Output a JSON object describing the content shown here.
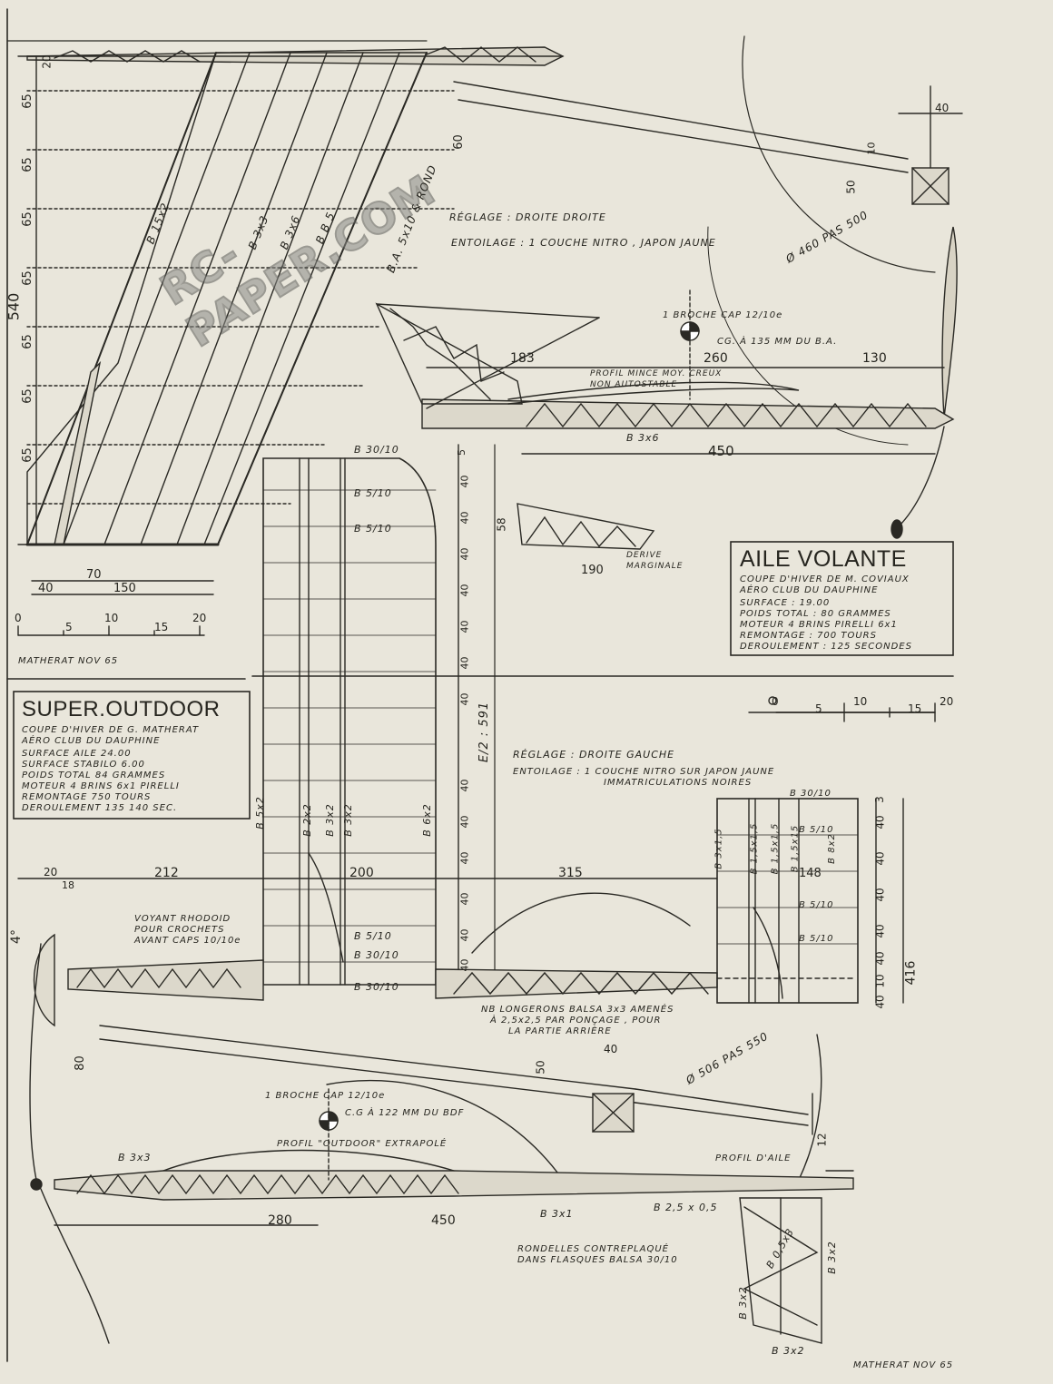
{
  "watermark": {
    "text": "RC-PAPER.COM"
  },
  "top_plan": {
    "labels": {
      "b15x2": "B 15x2",
      "b3x3": "B 3x3",
      "b3x6": "B 3x6",
      "bb5": "B B 5",
      "ba_rb": "B.A. 5x10 & ROND",
      "left_dim_540": "540",
      "dims_65": [
        "65",
        "65",
        "65",
        "65",
        "65",
        "65",
        "65"
      ],
      "dim_20": "20",
      "dim_60": "60",
      "dim_40_right": "40",
      "dim_70": "70",
      "dim_40": "40",
      "dim_150": "150"
    },
    "scale": {
      "ticks": [
        "0",
        "5",
        "10",
        "15",
        "20"
      ]
    },
    "signature": "MATHERAT NOV 65"
  },
  "aile_volante": {
    "reglage": "RÉGLAGE : DROITE DROITE",
    "entoilage": "ENTOILAGE : 1 COUCHE NITRO , JAPON JAUNE",
    "broche": "1 BROCHE CAP 12/10e",
    "cg": "CG. À 135 MM DU B.A.",
    "dim_183": "183",
    "dim_260": "260",
    "dim_130": "130",
    "profil": "PROFIL MINCE MOY. CREUX",
    "profil2": "NON AUTOSTABLE",
    "b3x6": "B 3x6",
    "dim_450": "450",
    "prop": "Ø 460  PAS 500",
    "dim_50": "50",
    "dim_10": "10",
    "derive": "DERIVE",
    "derive2": "MARGINALE",
    "dim_58": "58",
    "dim_190": "190",
    "box": {
      "title": "AILE VOLANTE",
      "line1": "COUPE D'HIVER DE M. COVIAUX",
      "line2": "AÉRO CLUB DU DAUPHINE",
      "line3": "SURFACE : 19.00",
      "line4": "POIDS TOTAL : 80 GRAMMES",
      "line5": "MOTEUR 4 BRINS PIRELLI 6x1",
      "line6": "REMONTAGE : 700 TOURS",
      "line7": "DEROULEMENT : 125 SECONDES"
    }
  },
  "wing_plan": {
    "labels": {
      "b30_top": "B 30/10",
      "b5_a": "B 5/10",
      "b5_b": "B 5/10",
      "b5x2": "B 5x2",
      "b2x2": "B 2x2",
      "b3x2": "B 3x2",
      "b3x2b": "B 3x2",
      "b6x2": "B 6x2",
      "b5_c": "B 5/10",
      "b30_mid": "B 30/10",
      "b30_bot": "B 30/10",
      "e2": "E/2 : 591",
      "vert_dims": [
        "5",
        "40",
        "40",
        "40",
        "40",
        "40",
        "40",
        "40",
        "40",
        "40",
        "40",
        "40",
        "40",
        "40"
      ]
    }
  },
  "super_outdoor": {
    "box": {
      "title": "SUPER.OUTDOOR",
      "line1": "COUPE D'HIVER DE G. MATHERAT",
      "line2": "AÉRO CLUB DU DAUPHINE",
      "line3": "SURFACE AILE 24.00",
      "line4": "SURFACE STABILO 6.00",
      "line5": "POIDS TOTAL 84 GRAMMES",
      "line6": "MOTEUR 4 BRINS 6x1 PIRELLI",
      "line7": "REMONTAGE 750 TOURS",
      "line8": "DEROULEMENT 135  140 SEC."
    },
    "reglage": "RÉGLAGE : DROITE GAUCHE",
    "entoilage": "ENTOILAGE : 1 COUCHE NITRO SUR JAPON JAUNE",
    "entoilage2": "IMMATRICULATIONS NOIRES",
    "scale": {
      "ticks": [
        "0",
        "5",
        "10",
        "15",
        "20"
      ]
    },
    "dims": {
      "d20": "20",
      "d18": "18",
      "d212": "212",
      "d200": "200",
      "d315": "315",
      "d4": "4°",
      "d80": "80",
      "d50": "50",
      "d40": "40",
      "d12": "12",
      "d280": "280",
      "d450": "450"
    },
    "voyant1": "VOYANT RHODOID",
    "voyant2": "POUR CROCHETS",
    "voyant3": "AVANT CAPS 10/10e",
    "nb1": "NB LONGERONS BALSA 3x3 AMENÉS",
    "nb2": "À 2,5x2,5 PAR PONÇAGE , POUR",
    "nb3": "LA PARTIE ARRIÈRE",
    "broche": "1 BROCHE CAP 12/10e",
    "cg": "C.G À 122 MM DU BDF",
    "profil": "PROFIL \"OUTDOOR\" EXTRAPOLÉ",
    "profil_aile": "PROFIL D'AILE",
    "prop": "Ø 506  PAS 550",
    "b3x3": "B 3x3",
    "b3x1": "B 3x1",
    "b25x05": "B 2,5 x 0,5",
    "b05x3": "B 0,5x3",
    "b3x2_l": "B 3x2",
    "b3x2_r": "B 3x2",
    "b3x2_b": "B 3x2",
    "rondelles1": "RONDELLES CONTREPLAQUÉ",
    "rondelles2": "DANS FLASQUES BALSA 30/10",
    "stab": {
      "b30": "B 30/10",
      "b3x15": "B 3x1,5",
      "b15x15a": "B 1,5x1,5",
      "b15x15b": "B 1,5x1,5",
      "b15x15c": "B 1,5x15",
      "b5_a": "B 5/10",
      "b8x2": "B 8x2",
      "b148": "148",
      "b5_b": "B 5/10",
      "b5_c": "B 5/10",
      "dims": [
        "3",
        "40",
        "40",
        "40",
        "40",
        "40",
        "10",
        "40"
      ],
      "d416": "416"
    },
    "signature": "MATHERAT NOV 65"
  }
}
